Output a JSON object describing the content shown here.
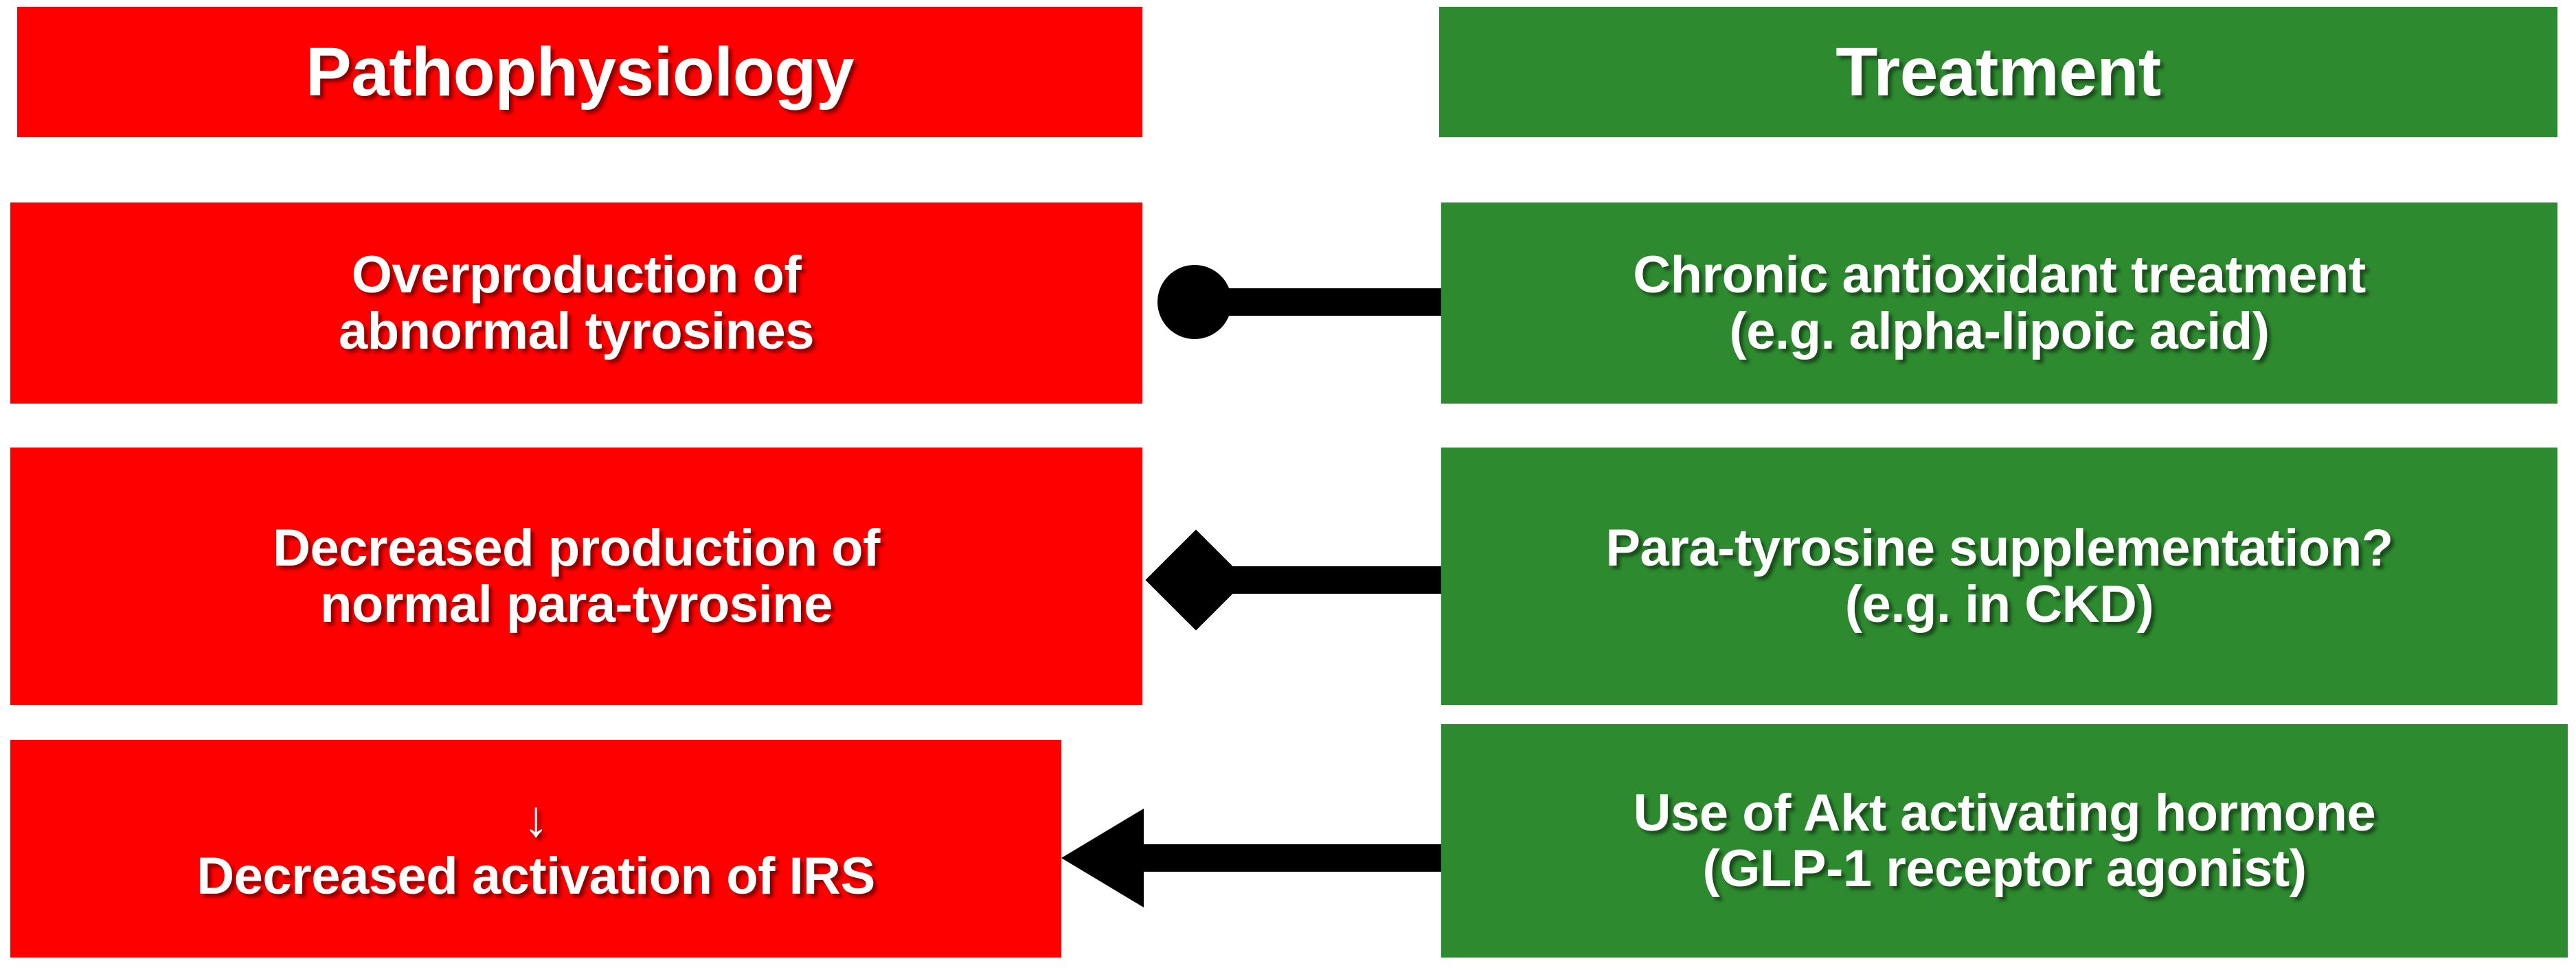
{
  "diagram": {
    "type": "two-column-comparison-flow",
    "columns": [
      {
        "id": "pathophysiology",
        "header": "Pathophysiology",
        "color": "#fe0000"
      },
      {
        "id": "treatment",
        "header": "Treatment",
        "color": "#2d8a2f"
      }
    ],
    "text_color": "#ffffff",
    "connector_color": "#000000"
  },
  "headers": {
    "left": "Pathophysiology",
    "right": "Treatment"
  },
  "rows": [
    {
      "id": "row-1",
      "left": {
        "line1": "Overproduction of",
        "line2": "abnormal tyrosines"
      },
      "connector": {
        "endpoint_icon": "filled-circle",
        "direction": "right-to-left"
      },
      "right": {
        "line1": "Chronic antioxidant treatment",
        "line2": "(e.g. alpha-lipoic acid)"
      }
    },
    {
      "id": "row-2",
      "left": {
        "line1": "Decreased production of",
        "line2": "normal para-tyrosine"
      },
      "connector": {
        "endpoint_icon": "filled-diamond",
        "direction": "right-to-left"
      },
      "right": {
        "line1": "Para-tyrosine supplementation?",
        "line2": "(e.g. in CKD)"
      }
    },
    {
      "id": "row-3",
      "left": {
        "arrow_glyph": "↓",
        "line1": "Decreased activation of IRS",
        "line2": ""
      },
      "connector": {
        "endpoint_icon": "filled-arrowhead",
        "direction": "right-to-left"
      },
      "right": {
        "line1": "Use of Akt activating hormone",
        "line2": "(GLP-1 receptor agonist)"
      }
    }
  ]
}
